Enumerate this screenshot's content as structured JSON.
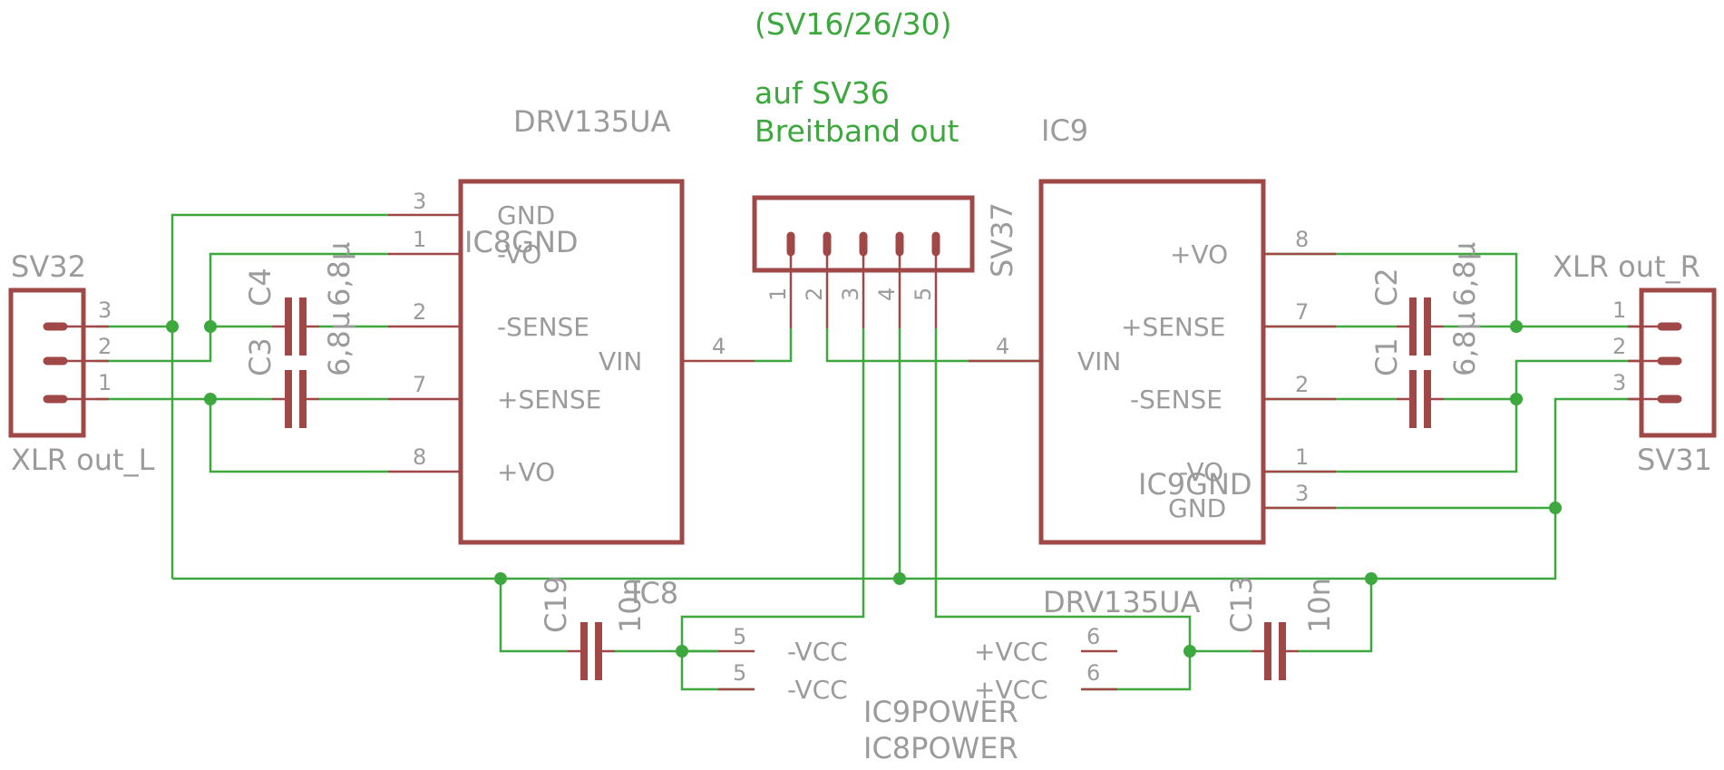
{
  "notes": {
    "line1": "(SV16/26/30)",
    "line2": "auf SV36",
    "line3": "Breitband out"
  },
  "parts": {
    "u_left": {
      "name": "DRV135UA",
      "extra": "IC8GND"
    },
    "u_right": {
      "name": "IC9",
      "extra": "IC9GND"
    },
    "conn_mid": {
      "name": "SV37"
    },
    "conn_left": {
      "name": "SV32",
      "value": "XLR out_L"
    },
    "conn_right": {
      "name": "SV31",
      "value": "XLR out_R"
    },
    "c4": {
      "name": "C4",
      "value": "6,8µ"
    },
    "c3": {
      "name": "C3",
      "value": "6,8µ"
    },
    "c2": {
      "name": "C2",
      "value": "6,8µ"
    },
    "c1": {
      "name": "C1",
      "value": "6,8µ"
    },
    "c19": {
      "name": "C19",
      "value": "10n"
    },
    "c13": {
      "name": "C13",
      "value": "10n"
    },
    "pwr_left": {
      "name": "IC8"
    },
    "pwr_right": {
      "name": "DRV135UA"
    },
    "pwr_labels": {
      "line1": "IC9POWER",
      "line2": "IC8POWER"
    }
  },
  "pin_names": {
    "gnd": "GND",
    "minus_vo": "-VO",
    "plus_vo": "+VO",
    "minus_sense": "-SENSE",
    "plus_sense": "+SENSE",
    "vin": "VIN",
    "minus_vcc": "-VCC",
    "plus_vcc": "+VCC"
  },
  "pin_numbers": {
    "p1": "1",
    "p2": "2",
    "p3": "3",
    "p4": "4",
    "p5": "5",
    "p6": "6",
    "p7": "7",
    "p8": "8"
  }
}
